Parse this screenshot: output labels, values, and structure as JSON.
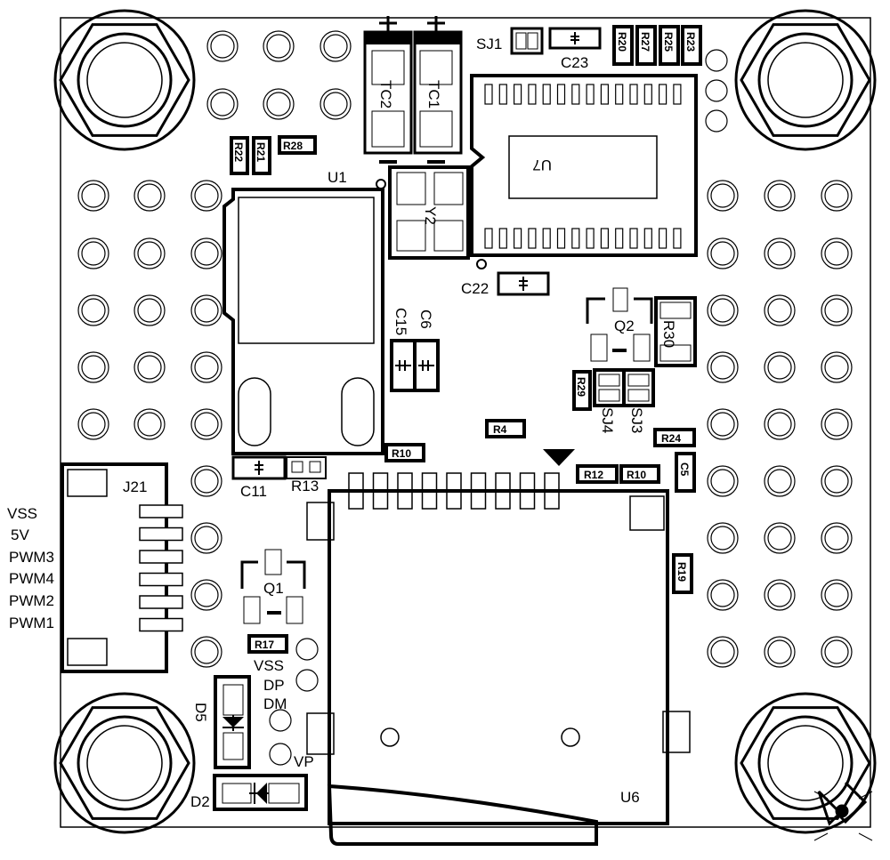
{
  "board": {
    "labels": {
      "u1": "U1",
      "u6": "U6",
      "u7": "U7",
      "y2": "Y2",
      "tc1": "TC1",
      "tc2": "TC2",
      "sj1": "SJ1",
      "sj3": "SJ3",
      "sj4": "SJ4",
      "c23": "C23",
      "c22": "C22",
      "c15": "C15",
      "c6": "C6",
      "c11": "C11",
      "c5": "C5",
      "q1": "Q1",
      "q2": "Q2",
      "j21": "J21",
      "d5": "D5",
      "d2": "D2",
      "r30": "R30",
      "r13": "R13",
      "r20": "R20",
      "r27": "R27",
      "r25": "R25",
      "r23": "R23",
      "r22": "R22",
      "r21": "R21",
      "r28": "R28",
      "r29": "R29",
      "r4": "R4",
      "r10a": "R10",
      "r12": "R12",
      "r10b": "R10",
      "r24": "R24",
      "r19": "R19",
      "r17": "R17"
    },
    "connector_pins": [
      "VSS",
      "5V",
      "PWM3",
      "PWM4",
      "PWM2",
      "PWM1"
    ],
    "usb_pins": {
      "vss": "VSS",
      "dp": "DP",
      "dm": "DM",
      "vp": "VP"
    }
  }
}
